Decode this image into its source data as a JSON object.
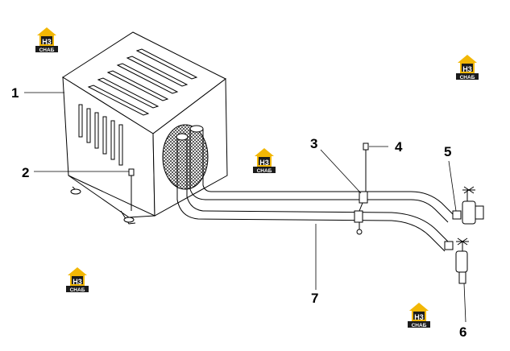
{
  "callouts": [
    {
      "label": "1"
    },
    {
      "label": "2"
    },
    {
      "label": "3"
    },
    {
      "label": "4"
    },
    {
      "label": "5"
    },
    {
      "label": "6"
    },
    {
      "label": "7"
    }
  ],
  "watermark": {
    "mark": "H3",
    "sub": "СНАБ",
    "colors": {
      "accent": "#f2b705",
      "dark": "#1b1b1b",
      "white": "#ffffff"
    }
  },
  "colors": {
    "line": "#000000",
    "background": "#ffffff"
  }
}
